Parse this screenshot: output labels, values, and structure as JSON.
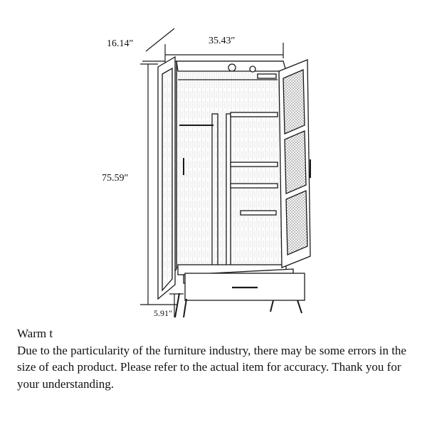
{
  "dimensions": {
    "depth": "16.14″",
    "width": "35.43″",
    "height": "75.59″",
    "leg_height": "5.91″"
  },
  "notice": {
    "heading": "Warm t",
    "body": "Due to the particularity of the furniture industry, there may be some errors in the size of each product. Please refer to the actual item for accuracy. Thank you for your understanding."
  },
  "colors": {
    "line": "#1a1a1a",
    "sketch": "#3a3a3a",
    "wood_shade": "#bdbdbd"
  }
}
